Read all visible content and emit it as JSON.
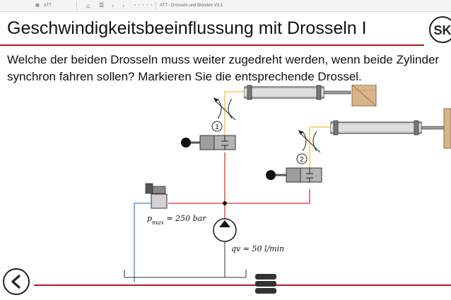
{
  "topbar": {
    "app_label": "ATT",
    "document_label": "ATT - Drosseln und Blenden V3.1"
  },
  "slide": {
    "title": "Geschwindigkeitsbeeinflussung mit Drosseln I",
    "question_line1": "Welche der beiden Drosseln muss weiter zugedreht werden, wenn beide Zylinder",
    "question_line2": "synchron fahren sollen? Markieren Sie die entsprechende Drossel."
  },
  "logo": {
    "text": "SK"
  },
  "diagram": {
    "throttle_1_label": "1",
    "throttle_2_label": "2",
    "pmax_symbol": "p",
    "pmax_subscript": "max",
    "pmax_value": " = 250 bar",
    "flow_label": "qv = 50 l/min"
  },
  "colors": {
    "accent_red": "#b01e23",
    "pressure_line": "#e0312f",
    "tank_line": "#3b87c9",
    "throttle_line": "#f2c230"
  },
  "navigation": {
    "back_icon": "chevron-left-icon",
    "menu_icon": "menu-icon"
  }
}
